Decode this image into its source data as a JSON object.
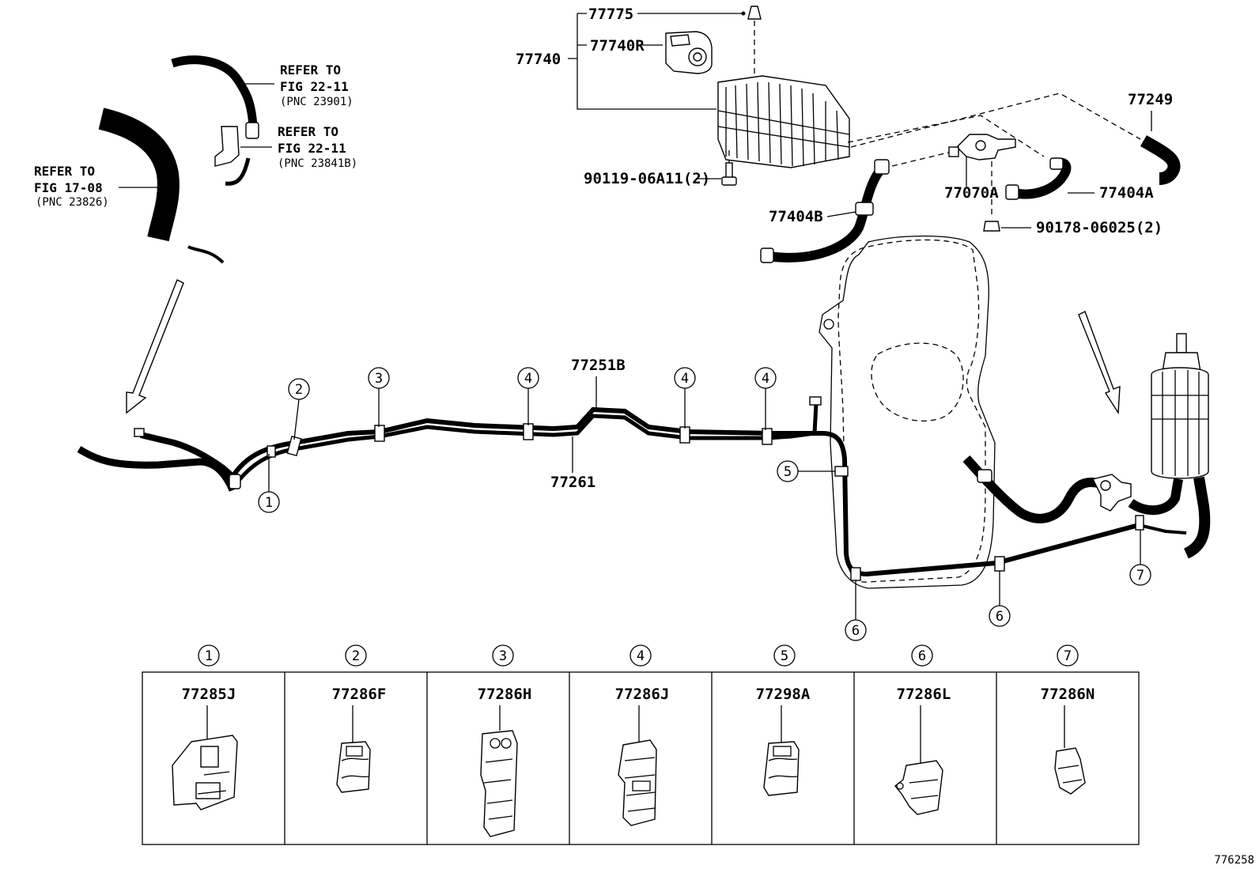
{
  "diagram_id": "776258",
  "references": [
    {
      "id": "ref-fig-22-11-a",
      "line1": "REFER TO",
      "line2": "FIG 22-11",
      "pnc": "(PNC 23901)"
    },
    {
      "id": "ref-fig-22-11-b",
      "line1": "REFER TO",
      "line2": "FIG 22-11",
      "pnc": "(PNC 23841B)"
    },
    {
      "id": "ref-fig-17-08",
      "line1": "REFER TO",
      "line2": "FIG 17-08",
      "pnc": "(PNC 23826)"
    }
  ],
  "parts": {
    "p77775": "77775",
    "p77740": "77740",
    "p77740R": "77740R",
    "p77249": "77249",
    "p90119": "90119-06A11(2)",
    "p77070A": "77070A",
    "p77404A": "77404A",
    "p77404B": "77404B",
    "p90178": "90178-06025(2)",
    "p77251B": "77251B",
    "p77261": "77261"
  },
  "callouts": [
    "1",
    "2",
    "3",
    "4",
    "4",
    "4",
    "5",
    "6",
    "6",
    "7"
  ],
  "clamp_table": [
    {
      "num": "1",
      "part": "77285J"
    },
    {
      "num": "2",
      "part": "77286F"
    },
    {
      "num": "3",
      "part": "77286H"
    },
    {
      "num": "4",
      "part": "77286J"
    },
    {
      "num": "5",
      "part": "77298A"
    },
    {
      "num": "6",
      "part": "77286L"
    },
    {
      "num": "7",
      "part": "77286N"
    }
  ]
}
